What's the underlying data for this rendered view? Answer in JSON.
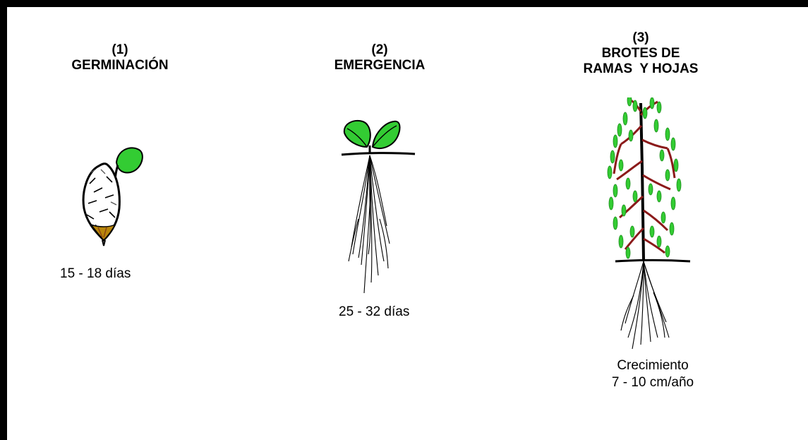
{
  "stages": [
    {
      "number": "(1)",
      "title_lines": [
        "GERMINACIÓN"
      ],
      "caption_lines": [
        "15 - 18 días"
      ],
      "illustration": "germinating-seed-icon"
    },
    {
      "number": "(2)",
      "title_lines": [
        "EMERGENCIA"
      ],
      "caption_lines": [
        "25 - 32 días"
      ],
      "illustration": "seedling-icon"
    },
    {
      "number": "(3)",
      "title_lines": [
        "BROTES DE",
        "RAMAS  Y HOJAS"
      ],
      "caption_lines": [
        "Crecimiento",
        "7 - 10 cm/año"
      ],
      "illustration": "young-tree-icon"
    }
  ],
  "colors": {
    "border": "#000000",
    "leaf_green": "#33cc33",
    "dark_green": "#1a8c1a",
    "branch_red": "#8b1a1a",
    "seed_brown": "#b8860b"
  }
}
